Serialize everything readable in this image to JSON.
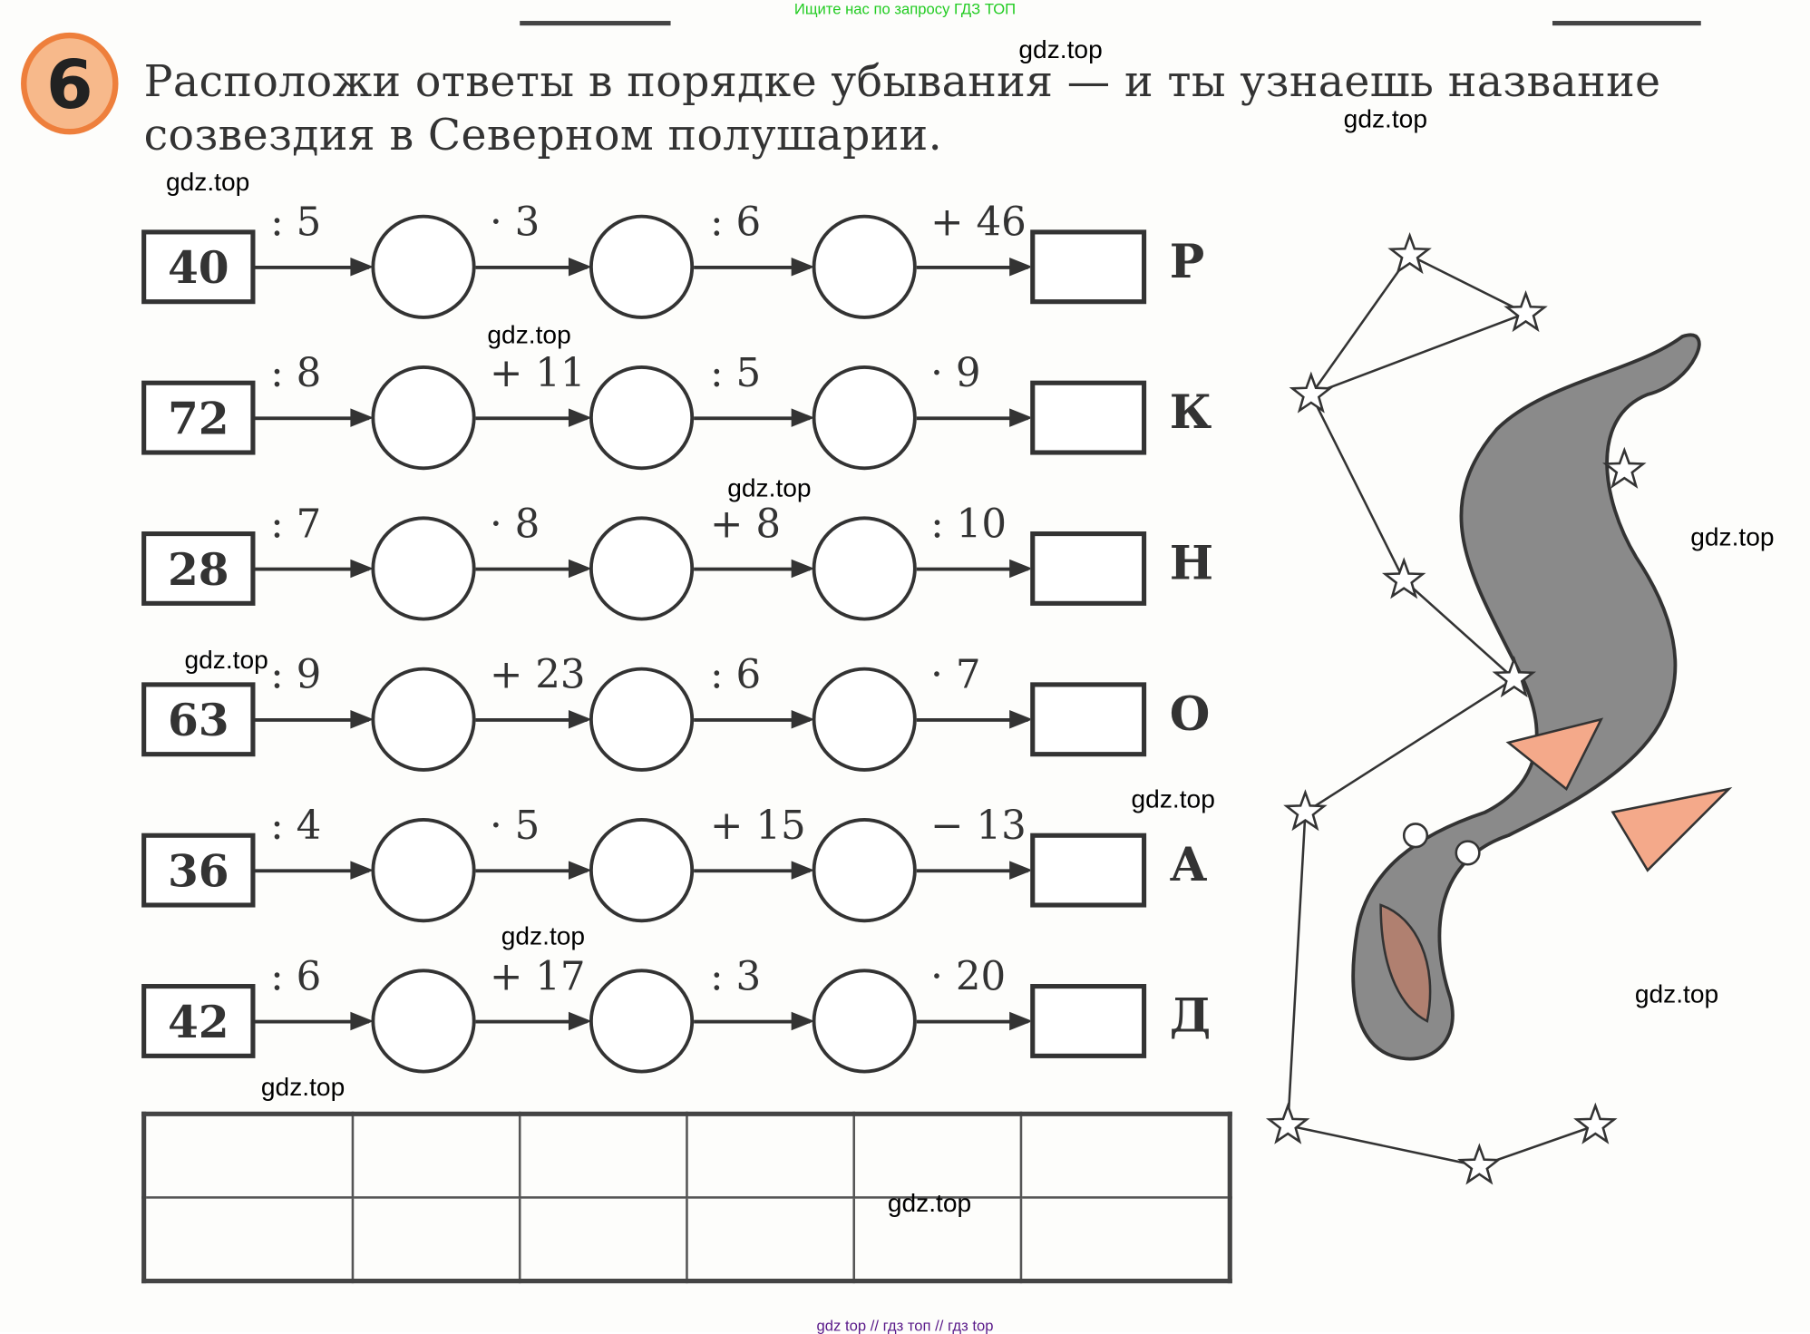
{
  "header_note": "Ищите нас по запросу ГДЗ ТОП",
  "footer_note": "gdz top  //  гдз топ  //  гдз top",
  "task": {
    "number": "6",
    "text": "Расположи ответы в порядке убывания — и ты узнаешь название созвездия в Северном полушарии."
  },
  "watermarks": [
    "gdz.top",
    "gdz.top",
    "gdz.top",
    "gdz.top",
    "gdz.top",
    "gdz.top",
    "gdz.top",
    "gdz.top",
    "gdz.top",
    "gdz.top",
    "gdz.top",
    "gdz.top"
  ],
  "chains": [
    {
      "start": "40",
      "ops": [
        ": 5",
        "· 3",
        ": 6",
        "+ 46"
      ],
      "letter": "Р"
    },
    {
      "start": "72",
      "ops": [
        ": 8",
        "+ 11",
        ": 5",
        "· 9"
      ],
      "letter": "К"
    },
    {
      "start": "28",
      "ops": [
        ": 7",
        "· 8",
        "+ 8",
        ": 10"
      ],
      "letter": "Н"
    },
    {
      "start": "63",
      "ops": [
        ": 9",
        "+ 23",
        ": 6",
        "· 7"
      ],
      "letter": "О"
    },
    {
      "start": "36",
      "ops": [
        ": 4",
        "· 5",
        "+ 15",
        "− 13"
      ],
      "letter": "А"
    },
    {
      "start": "42",
      "ops": [
        ": 6",
        "+ 17",
        ": 3",
        "· 20"
      ],
      "letter": "Д"
    }
  ],
  "answer_table": {
    "columns": 6,
    "rows": 2
  },
  "colors": {
    "badge_fill": "#f7b98b",
    "badge_border": "#ee7f3c",
    "ink": "#333333",
    "dragon": "#8a8a8a",
    "fins": "#f4a98a"
  }
}
